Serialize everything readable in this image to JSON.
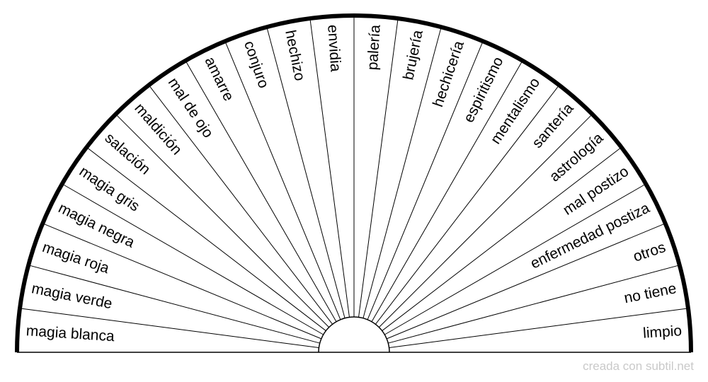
{
  "pendulum_chart": {
    "segments": [
      "magia blanca",
      "magia verde",
      "magia roja",
      "magia negra",
      "magia gris",
      "salación",
      "maldición",
      "mal de ojo",
      "amarre",
      "conjuro",
      "hechizo",
      "envidia",
      "palería",
      "brujería",
      "hechicería",
      "espiritismo",
      "mentalismo",
      "santería",
      "astrología",
      "mal postizo",
      "enfermedad postiza",
      "otros",
      "no tiene",
      "limpio"
    ]
  },
  "footer": {
    "credit": "creada con subtil.net"
  }
}
